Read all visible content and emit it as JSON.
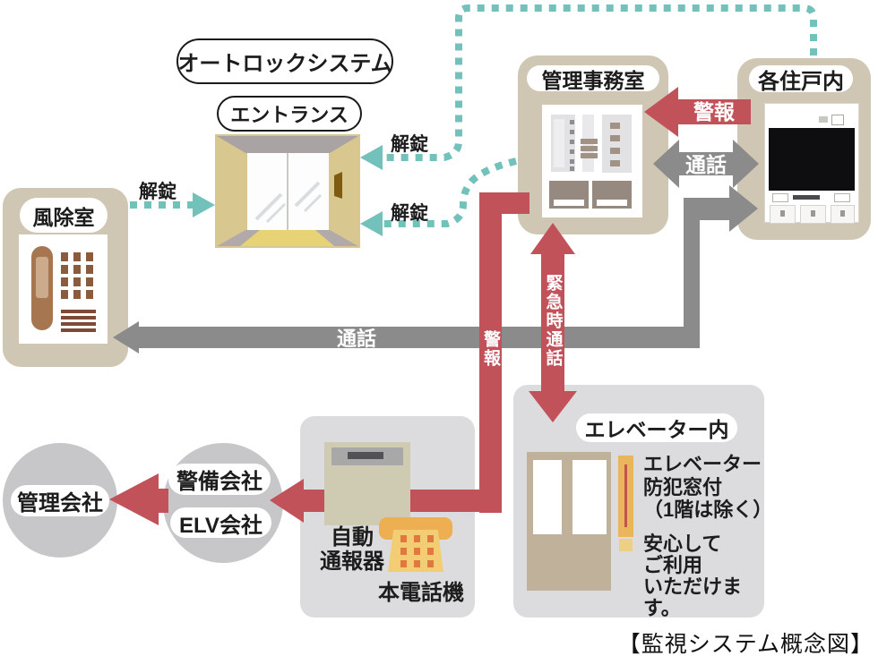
{
  "colors": {
    "red": "#c2525a",
    "teal": "#73c1bb",
    "gray": "#8b8b8b",
    "tan": "#cfc6b3",
    "lightcard": "#dcdcde",
    "circle": "#c7c7c9",
    "ink": "#1c1c1c"
  },
  "pills": {
    "auto_lock_system": "オートロックシステム",
    "entrance": "エントランス"
  },
  "nodes": {
    "windbreak": "風除室",
    "office": "管理事務室",
    "residence": "各住戸内",
    "elevator": "エレベーター内",
    "management_co": "管理会社",
    "security_co": "警備会社",
    "elv_co": "ELV会社",
    "dialer_line1": "自動",
    "dialer_line2": "通報器",
    "phone": "本電話機"
  },
  "arrows": {
    "unlock": "解錠",
    "alarm": "警報",
    "call": "通話",
    "emergency": "緊急時通話"
  },
  "elevator_text": {
    "desc": [
      "エレベーター",
      "防犯窓付",
      "（1階は除く）"
    ],
    "note": [
      "安心して",
      "ご利用",
      "いただけます。"
    ]
  },
  "caption": "【監視システム概念図】"
}
